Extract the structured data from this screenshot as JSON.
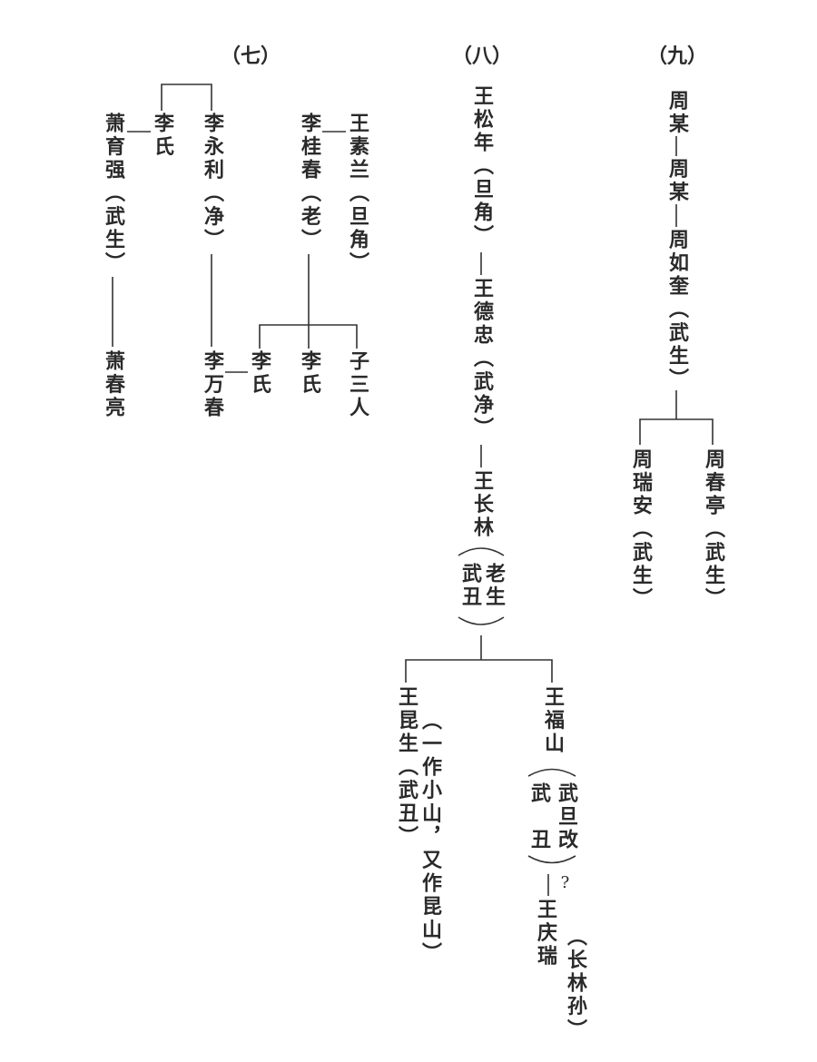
{
  "sections": {
    "seven": {
      "label": "（七）",
      "xiao_yuqiang": "萧育强（武生）",
      "li_shi_top": "李氏",
      "li_yongli": "李永利（净）",
      "li_guichun": "李桂春（老）",
      "wang_sulan": "王素兰（旦角）",
      "xiao_chunliang": "萧春亮",
      "li_wanchun": "李万春",
      "li_shi_a": "李氏",
      "li_shi_b": "李氏",
      "zi_sanren": "子三人"
    },
    "eight": {
      "label": "（八）",
      "wang_songnian": "王松年（旦角）",
      "wang_dezhong": "王德忠（武净）",
      "wang_changlin": "王长林",
      "wang_changlin_role_1": "老生",
      "wang_changlin_role_2": "武丑",
      "wang_kunsheng": "王昆生（武丑）",
      "wang_kunsheng_note": "（一作小山，又作昆山）",
      "wang_fushan": "王福山",
      "wang_fushan_role_1": "武旦改",
      "wang_fushan_role_2": "武　丑",
      "uncertain_mark": "?",
      "wang_qingrui": "王庆瑞",
      "wang_qingrui_note": "（长林孙）"
    },
    "nine": {
      "label": "（九）",
      "zhou_mou_1": "周某",
      "zhou_mou_2": "周某",
      "zhou_rukui": "周如奎（武生）",
      "zhou_ruian": "周瑞安（武生）",
      "zhou_chunting": "周春亭（武生）"
    }
  }
}
